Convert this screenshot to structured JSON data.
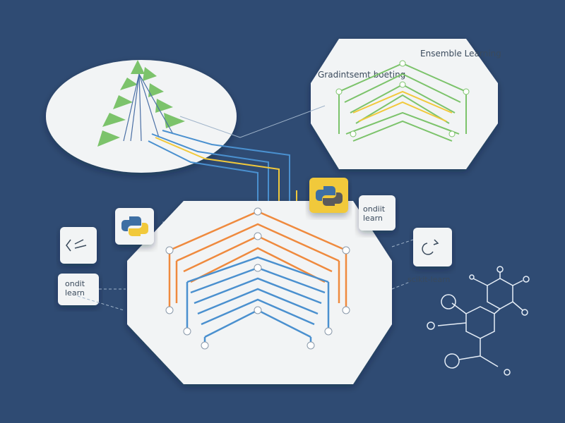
{
  "labels": {
    "gradient_boosting": "Gradintsemt boeting",
    "ensemble_learning": "Ensemble Learning",
    "scikit_learn_card_a": "ondiit\nlearn",
    "scikit_learn_card_b": "ondit\nlearn",
    "scikit_learn_side": "scikit-learn"
  },
  "icons": [
    "tree-icon",
    "python-logo-icon",
    "code-icon",
    "link-icon",
    "molecule-icon"
  ],
  "colors": {
    "background": "#2f4b73",
    "panel": "#f2f4f5",
    "green": "#7cc36b",
    "yellow": "#f1c93b",
    "orange": "#ef8a3e",
    "blue": "#4a90cf"
  }
}
